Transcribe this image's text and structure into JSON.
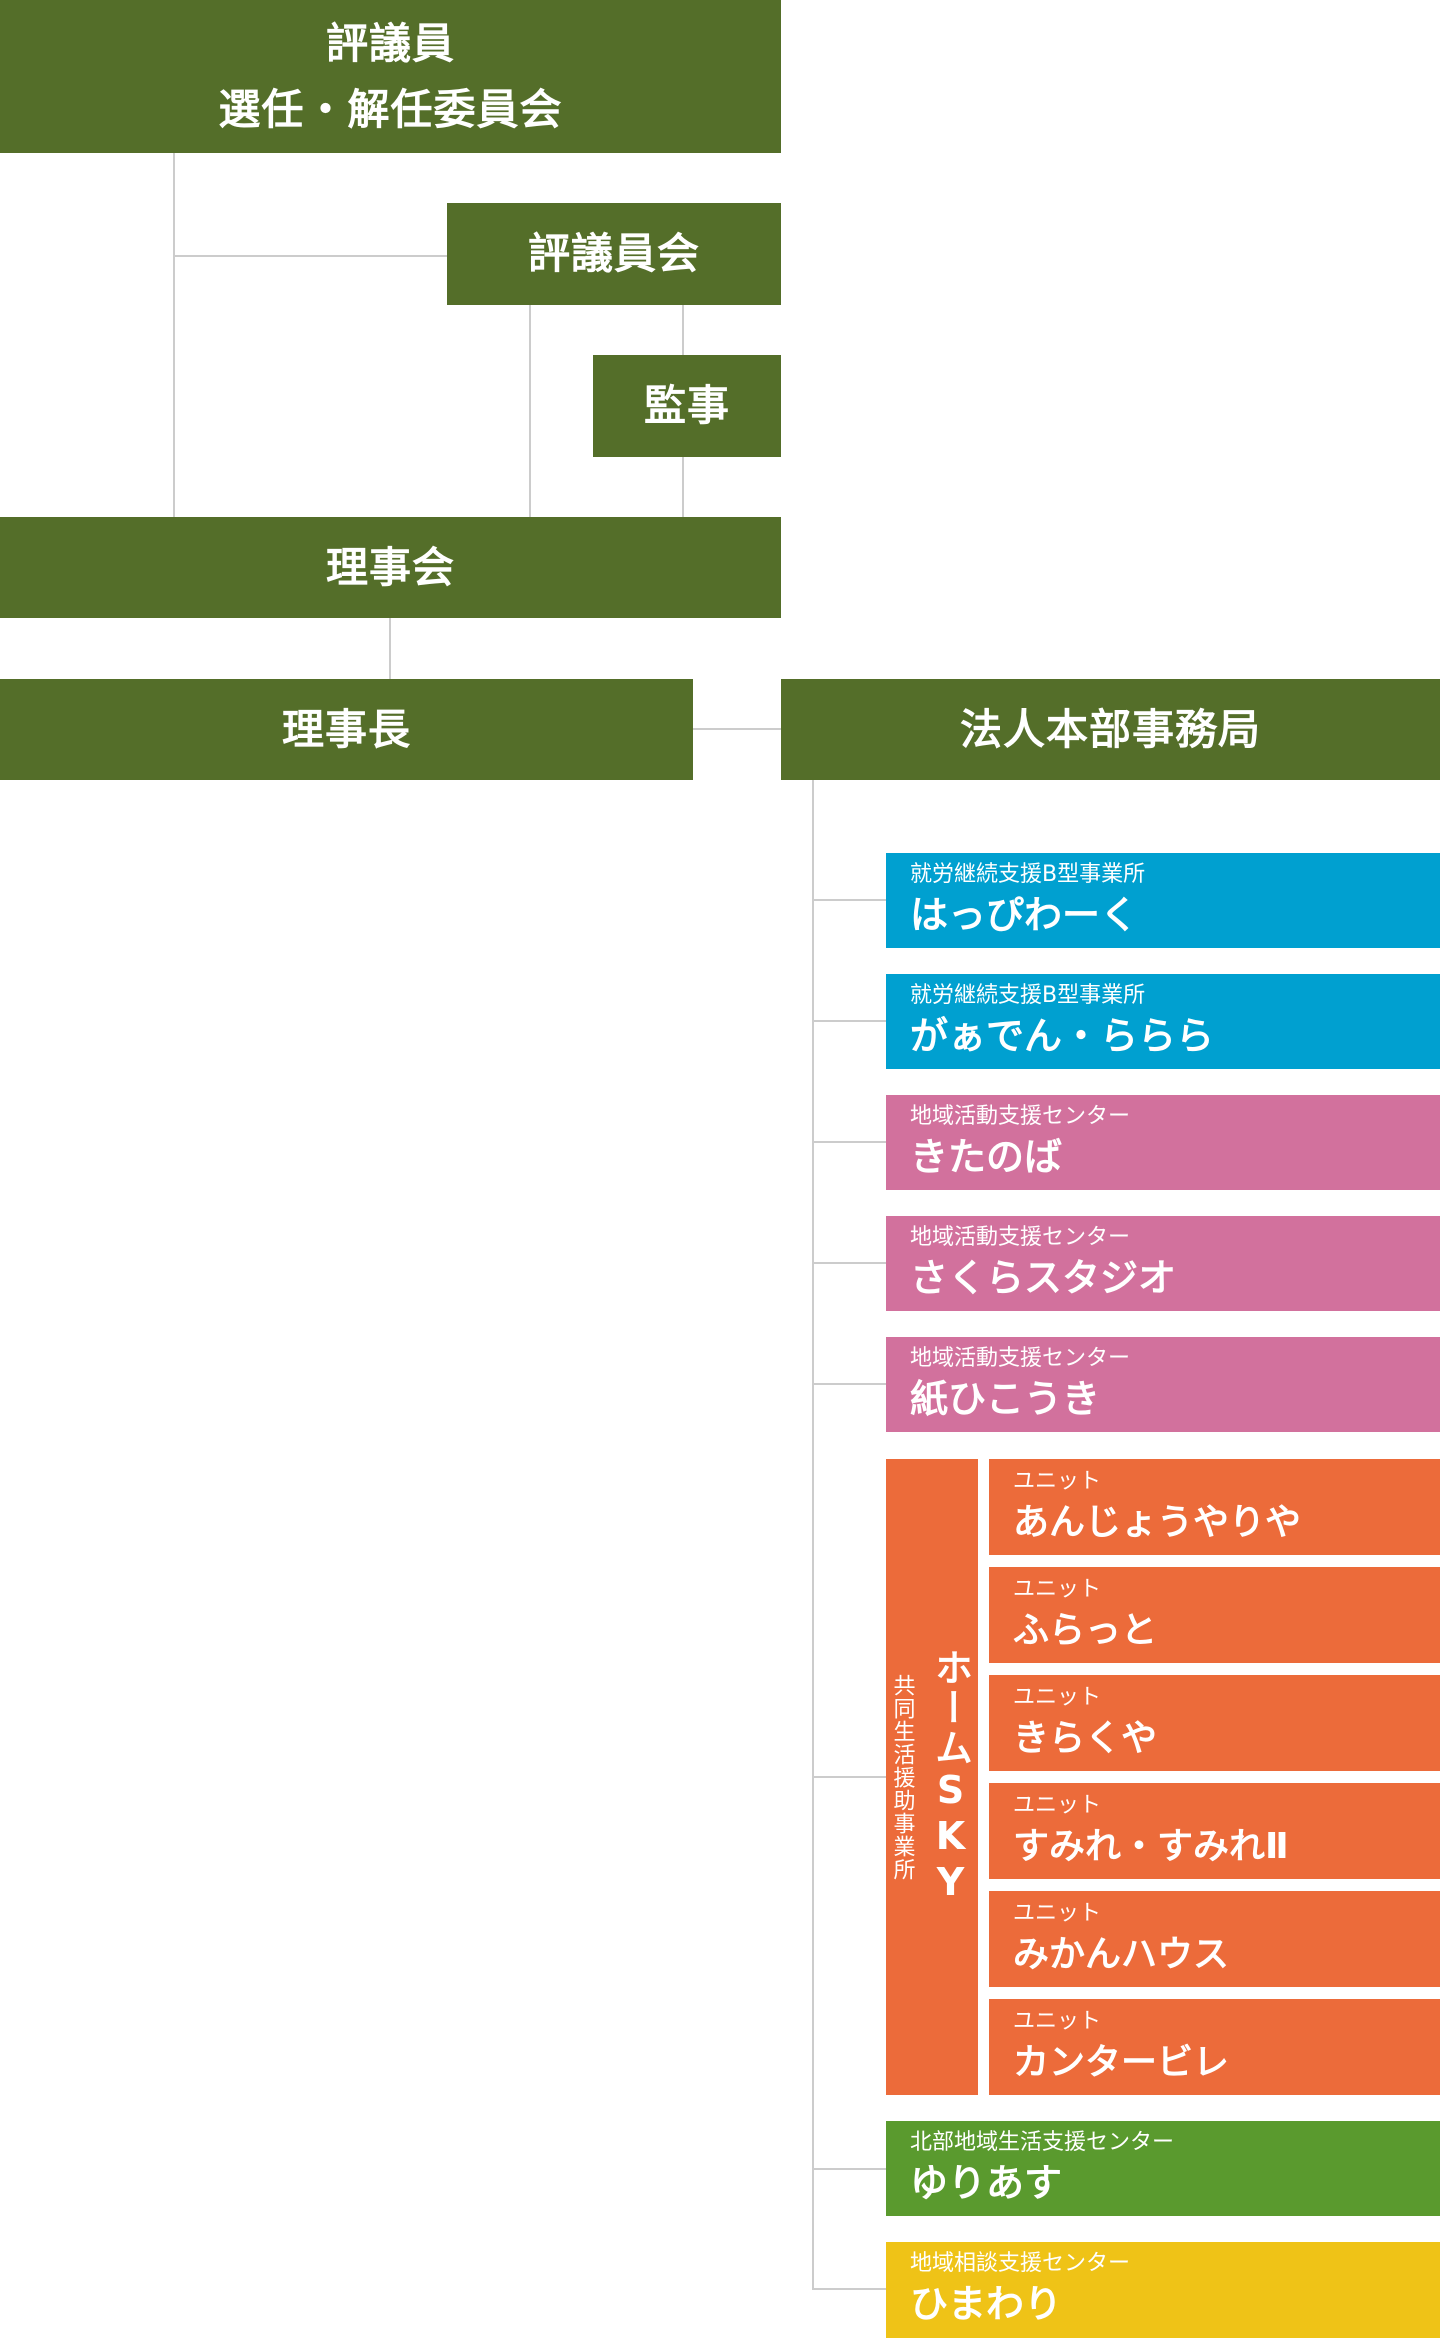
{
  "org": {
    "selection_committee": {
      "line1": "評議員",
      "line2": "選任・解任委員会"
    },
    "councillors": "評議員会",
    "auditor": "監事",
    "board": "理事会",
    "chairman": "理事長",
    "head_office": "法人本部事務局"
  },
  "offices": [
    {
      "sub": "就労継続支援B型事業所",
      "name": "はっぴわーく",
      "color": "#00a0d0"
    },
    {
      "sub": "就労継続支援B型事業所",
      "name": "がぁでん・ららら",
      "color": "#00a0d0"
    },
    {
      "sub": "地域活動支援センター",
      "name": "きたのば",
      "color": "#d2719d"
    },
    {
      "sub": "地域活動支援センター",
      "name": "さくらスタジオ",
      "color": "#d2719d"
    },
    {
      "sub": "地域活動支援センター",
      "name": "紙ひこうき",
      "color": "#d2719d"
    },
    {
      "sub": "北部地域生活支援センター",
      "name": "ゆりあす",
      "color": "#5a9a2e"
    },
    {
      "sub": "地域相談支援センター",
      "name": "ひまわり",
      "color": "#efc317"
    }
  ],
  "home_sky": {
    "name": "ホームSKY",
    "type": "共同生活援助事業所",
    "units": [
      {
        "sub": "ユニット",
        "name": "あんじょうやりや"
      },
      {
        "sub": "ユニット",
        "name": "ふらっと"
      },
      {
        "sub": "ユニット",
        "name": "きらくや"
      },
      {
        "sub": "ユニット",
        "name": "すみれ・すみれⅡ"
      },
      {
        "sub": "ユニット",
        "name": "みかんハウス"
      },
      {
        "sub": "ユニット",
        "name": "カンタービレ"
      }
    ]
  },
  "colors": {
    "dark_green": "#546e29",
    "line": "#cccccc",
    "orange": "#ec6b3a"
  }
}
